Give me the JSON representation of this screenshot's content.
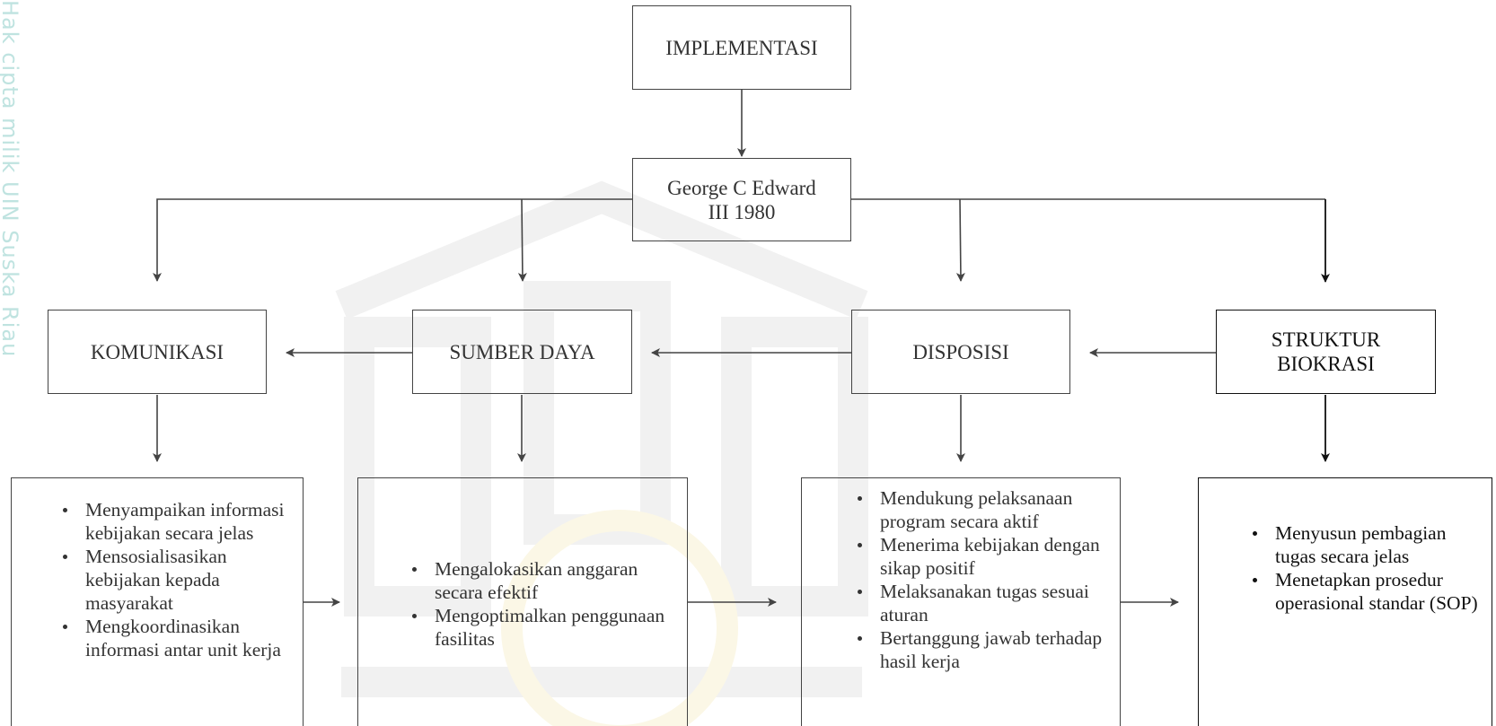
{
  "watermark": {
    "side_text": "Hak cipta milik UIN Suska Riau"
  },
  "colors": {
    "line": "#444444",
    "text": "#333333",
    "watermark": "#bfe3e0"
  },
  "nodes": {
    "implementasi": "IMPLEMENTASI",
    "theory_line1": "George C Edward",
    "theory_line2": "III 1980",
    "komunikasi": "KOMUNIKASI",
    "sumber_daya": "SUMBER DAYA",
    "disposisi": "DISPOSISI",
    "struktur_line1": "STRUKTUR",
    "struktur_line2": "BIOKRASI"
  },
  "details": {
    "komunikasi": [
      "Menyampaikan informasi kebijakan secara jelas",
      "Mensosialisasikan kebijakan kepada masyarakat",
      "Mengkoordinasikan informasi antar unit kerja"
    ],
    "sumber_daya": [
      "Mengalokasikan anggaran secara efektif",
      "Mengoptimalkan penggunaan fasilitas"
    ],
    "disposisi": [
      "Mendukung pelaksanaan program secara aktif",
      "Menerima kebijakan dengan sikap positif",
      "Melaksanakan tugas sesuai aturan",
      "Bertanggung jawab terhadap hasil kerja"
    ],
    "struktur": [
      "Menyusun pembagian tugas secara jelas",
      "Menetapkan prosedur operasional standar (SOP)"
    ]
  }
}
